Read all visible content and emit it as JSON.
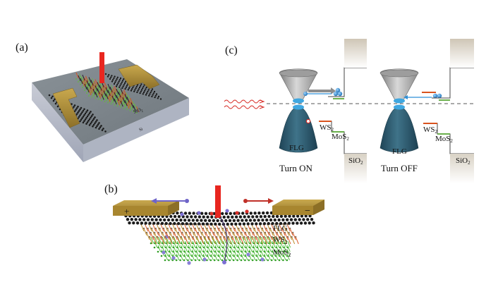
{
  "panels": {
    "a": {
      "label": "(a)",
      "substrate_top": "SiO",
      "substrate_top_sub": "2",
      "substrate_bottom": "Si"
    },
    "b": {
      "label": "(b)",
      "plus": "+",
      "minus": "−",
      "layers": [
        {
          "text": "FLG",
          "sub": ""
        },
        {
          "text": "WS",
          "sub": "2"
        },
        {
          "text": "MoS",
          "sub": "2"
        }
      ]
    },
    "c": {
      "label": "(c)",
      "on": {
        "flg": "FLG",
        "ws2": "WS",
        "ws2_sub": "2",
        "mos2": "MoS",
        "mos2_sub": "2",
        "sio2": "SiO",
        "sio2_sub": "2",
        "caption": "Turn ON"
      },
      "off": {
        "flg": "FLG",
        "ws2": "WS",
        "ws2_sub": "2",
        "mos2": "MoS",
        "mos2_sub": "2",
        "sio2": "SiO",
        "sio2_sub": "2",
        "caption": "Turn OFF"
      }
    }
  },
  "colors": {
    "gold": "#b8963a",
    "laser": "#e8261f",
    "cone_grey": "#a8a8a8",
    "cone_teal": "#2c5a6e",
    "ws2_band": "#d9531e",
    "mos2_band": "#6ab04c",
    "electron_blue": "#2f8fd6",
    "hole_red": "#d8302a"
  }
}
